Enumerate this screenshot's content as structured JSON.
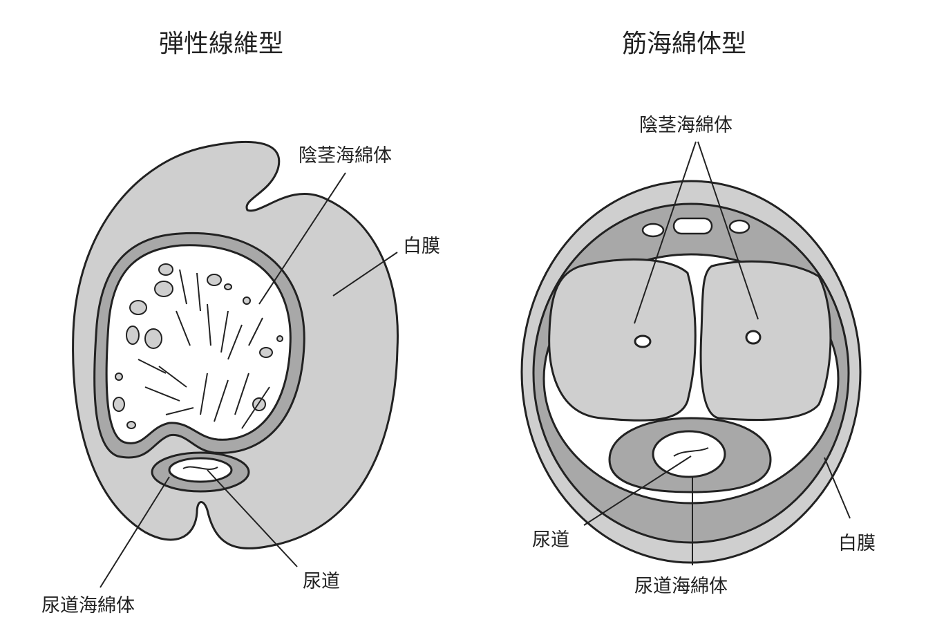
{
  "left": {
    "title": "弾性線維型",
    "labels": {
      "corpus_cavernosum": "陰茎海綿体",
      "tunica_albuginea": "白膜",
      "corpus_spongiosum": "尿道海綿体",
      "urethra": "尿道"
    }
  },
  "right": {
    "title": "筋海綿体型",
    "labels": {
      "corpus_cavernosum": "陰茎海綿体",
      "urethra": "尿道",
      "tunica_albuginea": "白膜",
      "corpus_spongiosum": "尿道海綿体"
    }
  },
  "colors": {
    "light_gray": "#cfcfcf",
    "mid_gray": "#a8a8a8",
    "outline": "#222222"
  }
}
